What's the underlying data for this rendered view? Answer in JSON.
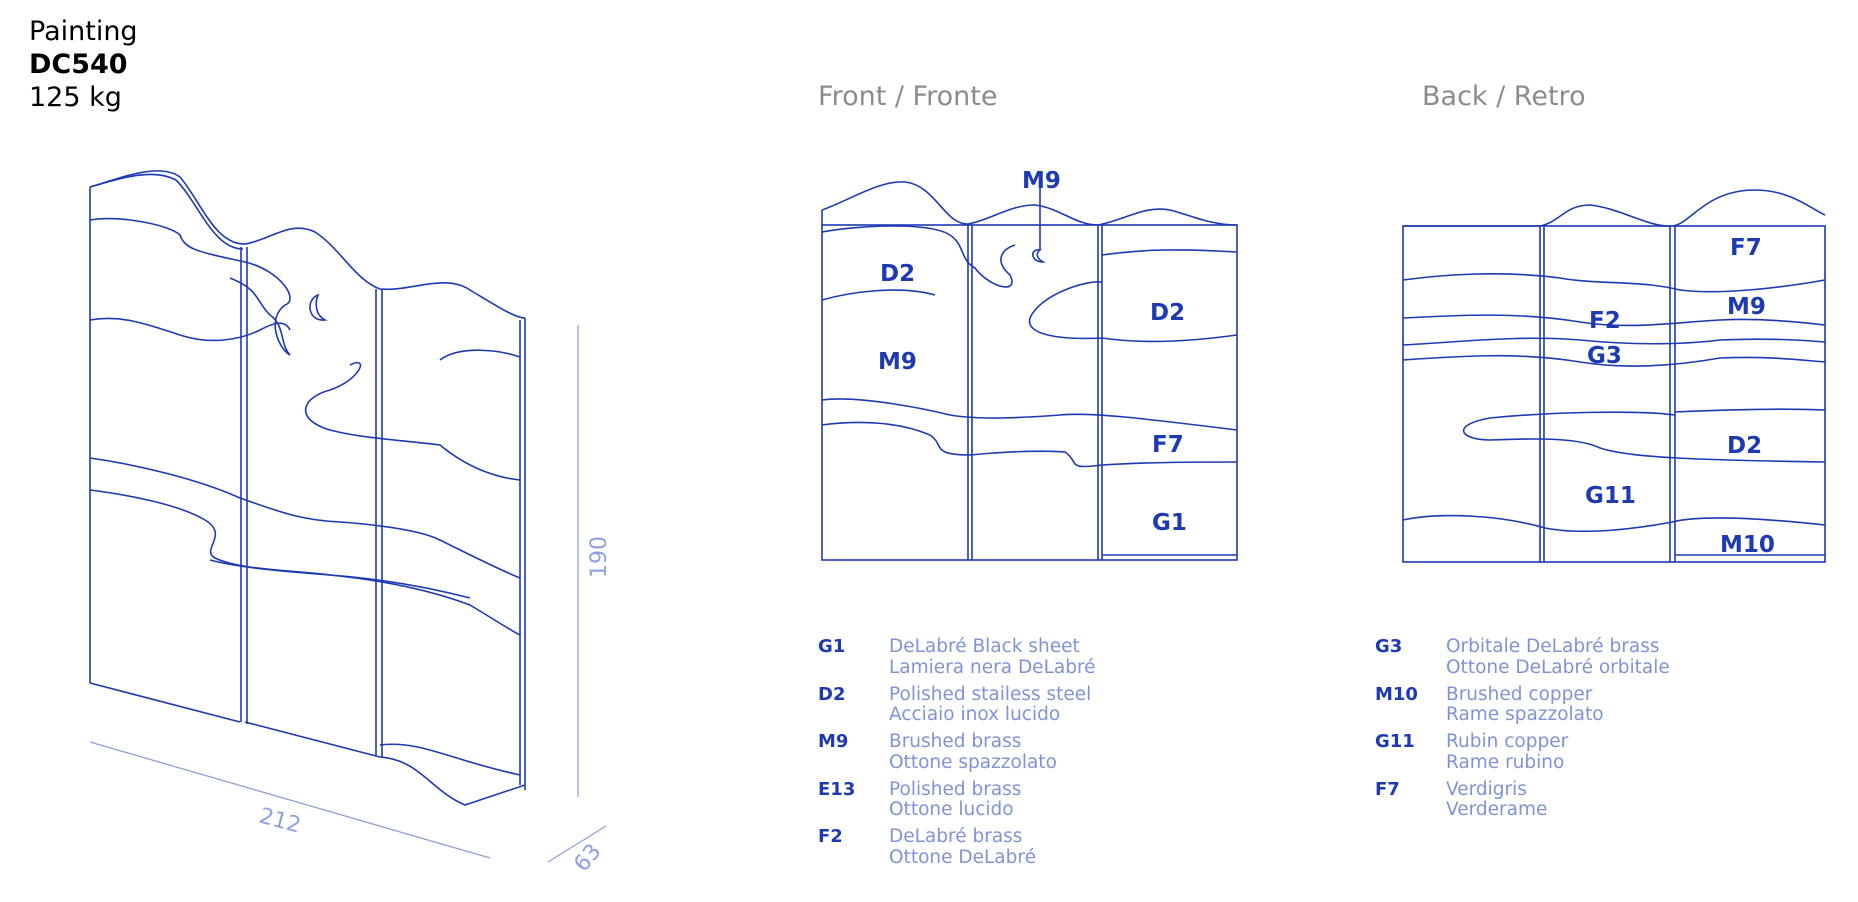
{
  "product": {
    "type": "Painting",
    "code": "DC540",
    "weight": "125 kg"
  },
  "views": {
    "front_title": "Front / Fronte",
    "back_title": "Back / Retro"
  },
  "dimensions": {
    "height": "190",
    "width": "212",
    "depth": "63"
  },
  "front_labels": [
    "M9",
    "D2",
    "D2",
    "M9",
    "F7",
    "G1"
  ],
  "back_labels": [
    "F7",
    "M9",
    "F2",
    "G3",
    "D2",
    "G11",
    "M10"
  ],
  "legend_left": [
    {
      "code": "G1",
      "name_en": "DeLabré Black sheet",
      "name_it": "Lamiera nera DeLabré"
    },
    {
      "code": "D2",
      "name_en": "Polished stailess steel",
      "name_it": "Acciaio inox lucido"
    },
    {
      "code": "M9",
      "name_en": "Brushed brass",
      "name_it": "Ottone spazzolato"
    },
    {
      "code": "E13",
      "name_en": "Polished brass",
      "name_it": "Ottone lucido"
    },
    {
      "code": "F2",
      "name_en": "DeLabré brass",
      "name_it": "Ottone DeLabré"
    }
  ],
  "legend_right": [
    {
      "code": "G3",
      "name_en": "Orbitale DeLabré brass",
      "name_it": "Ottone DeLabré orbitale"
    },
    {
      "code": "M10",
      "name_en": "Brushed copper",
      "name_it": "Rame spazzolato"
    },
    {
      "code": "G11",
      "name_en": "Rubin copper",
      "name_it": "Rame rubino"
    },
    {
      "code": "F7",
      "name_en": "Verdigris",
      "name_it": "Verderame"
    }
  ],
  "colors": {
    "line": "#1d3ab3",
    "dimension": "#8fa0dc",
    "title_gray": "#8c8c8c"
  }
}
